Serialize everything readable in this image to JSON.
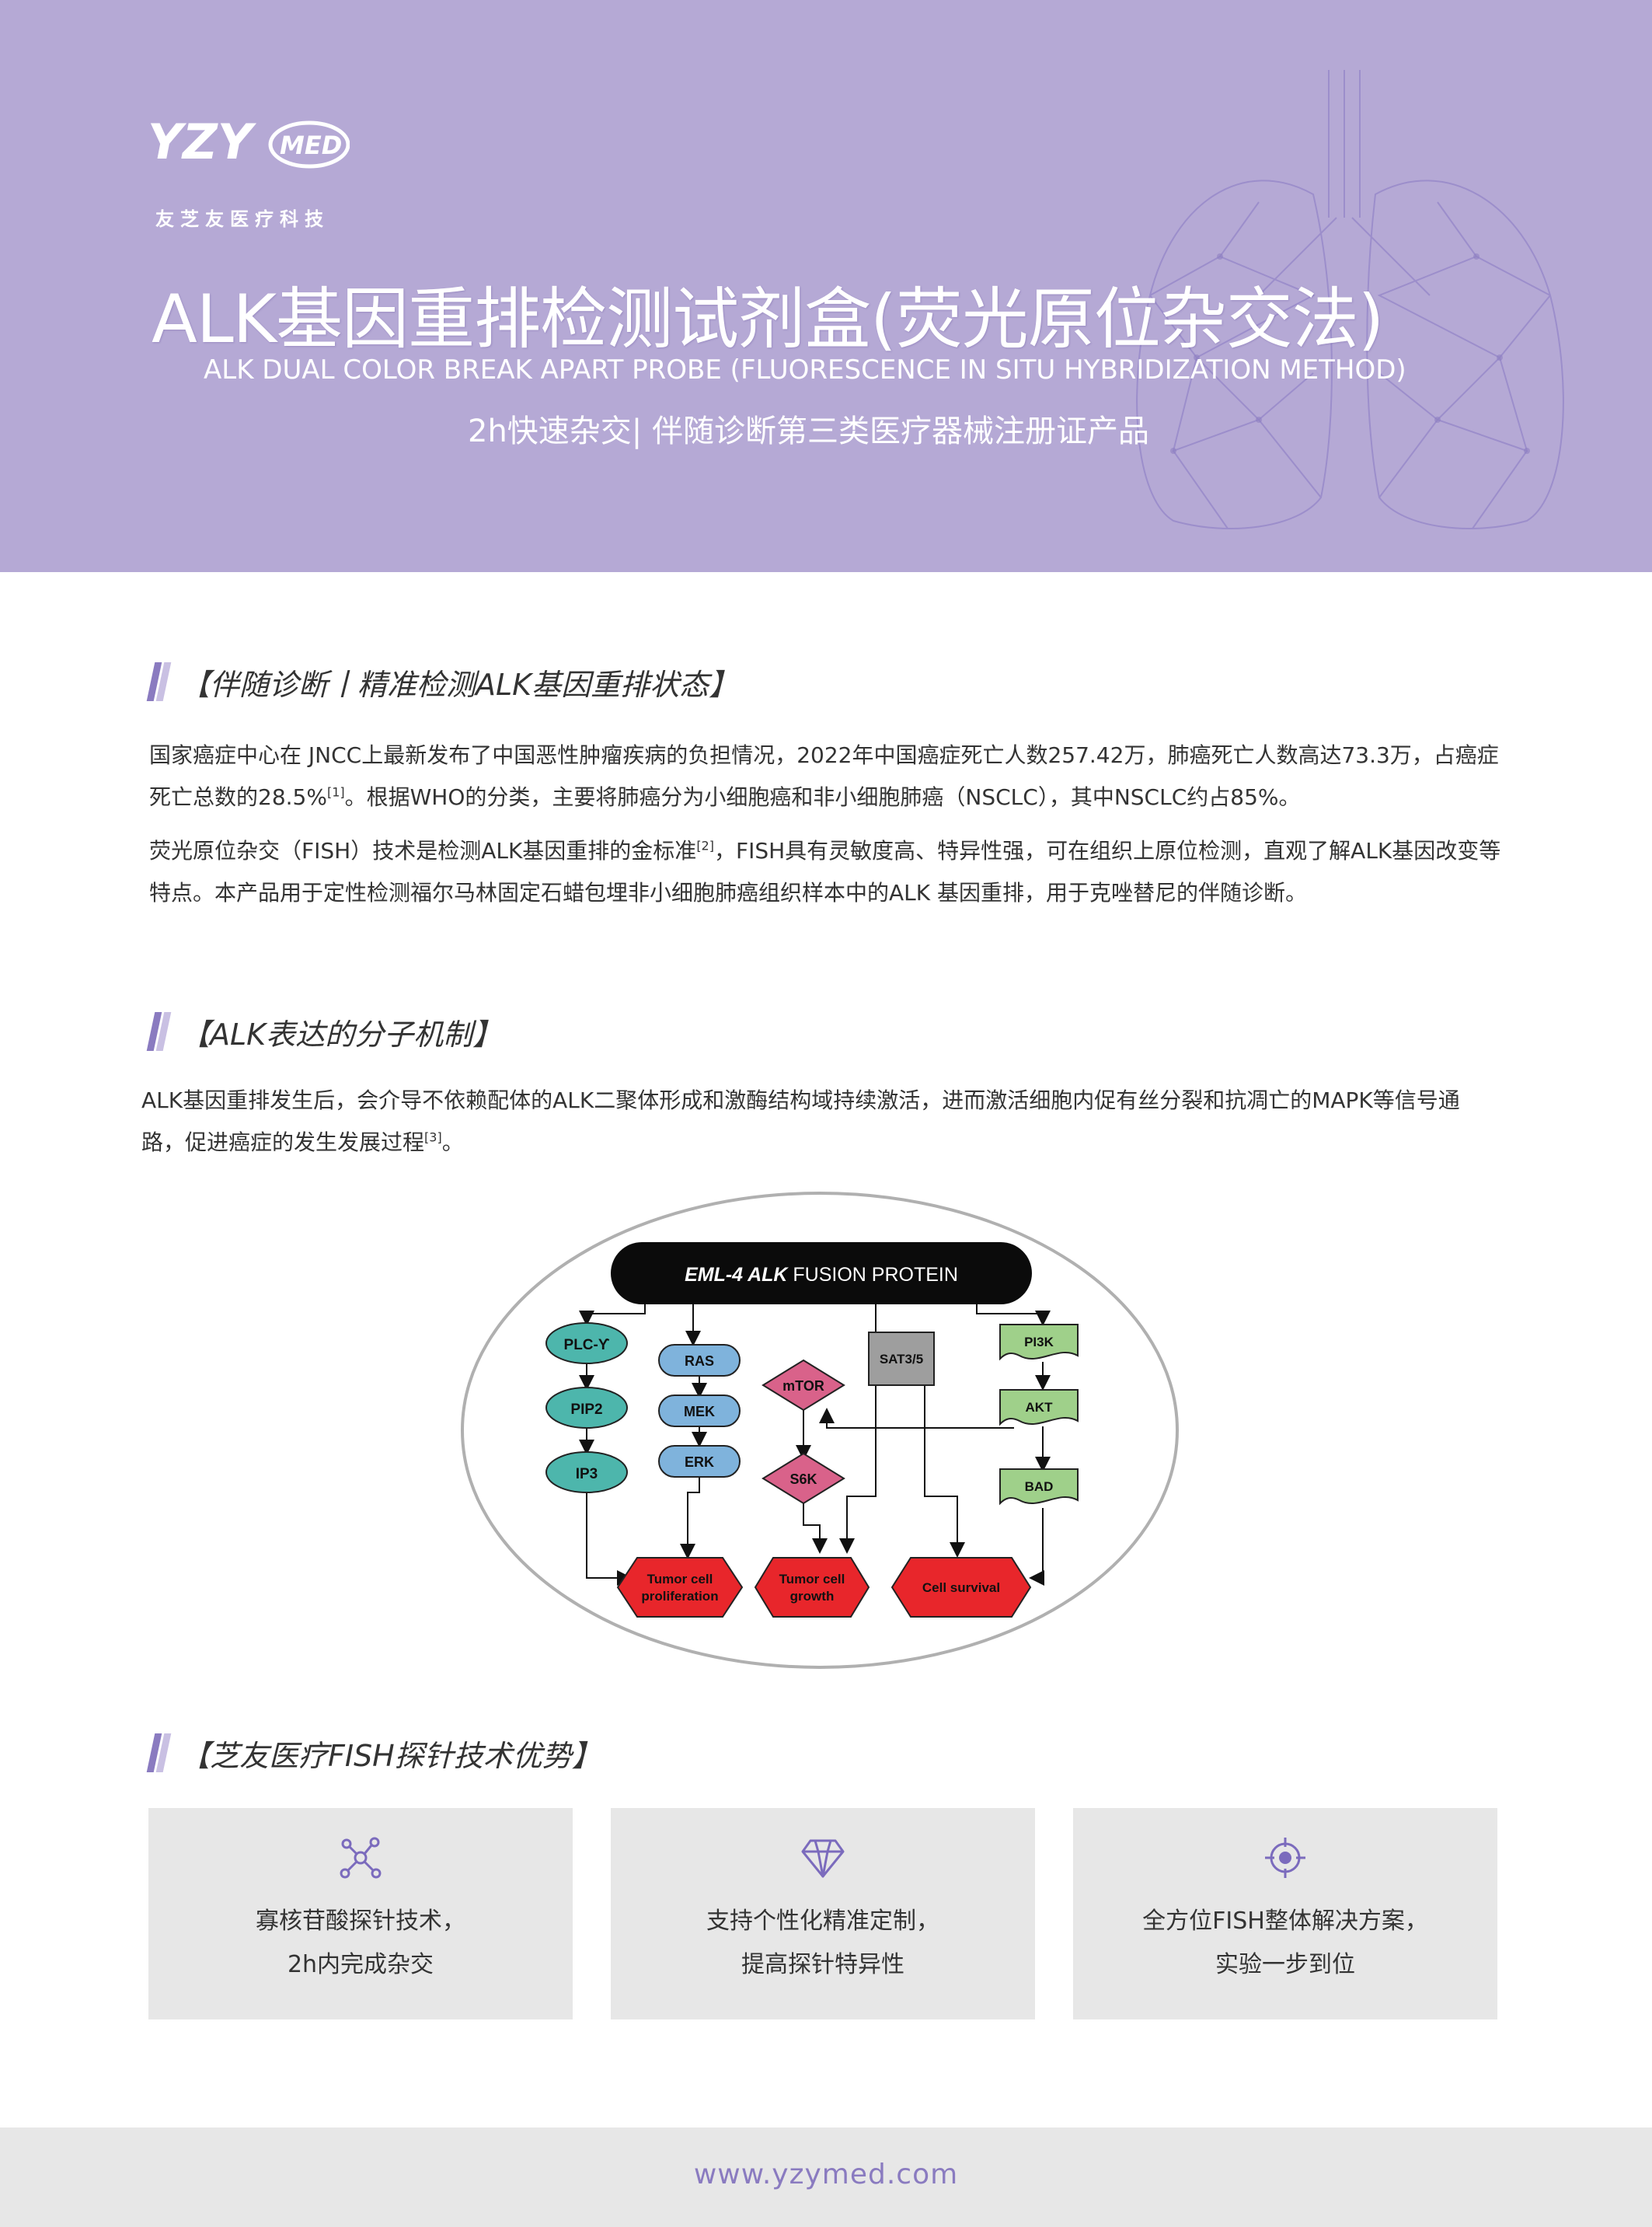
{
  "header": {
    "logo_text": "YZY MED",
    "logo_subtitle": "友芝友医疗科技",
    "title": "ALK基因重排检测试剂盒(荧光原位杂交法)",
    "subtitle_en": "ALK DUAL COLOR BREAK APART PROBE  (FLUORESCENCE IN SITU HYBRIDIZATION METHOD)",
    "subtitle_cn": "2h快速杂交| 伴随诊断第三类医疗器械注册证产品",
    "lung_image": "lung-illustration-icon"
  },
  "section1": {
    "title": "【伴随诊断丨精准检测ALK基因重排状态】",
    "p1_a": "国家癌症中心在 JNCC上最新发布了中国恶性肿瘤疾病的负担情况，2022年中国癌症死亡人数257.42万，肺癌死亡人数高达73.3万，占癌症死亡总数的28.5%",
    "p1_ref": "[1]",
    "p1_b": "。根据WHO的分类，主要将肺癌分为小细胞癌和非小细胞肺癌（NSCLC），其中NSCLC约占85%。",
    "p2_a": "荧光原位杂交（FISH）技术是检测ALK基因重排的金标准",
    "p2_ref": "[2]",
    "p2_b": "，FISH具有灵敏度高、特异性强，可在组织上原位检测，直观了解ALK基因改变等特点。本产品用于定性检测福尔马林固定石蜡包埋非小细胞肺癌组织样本中的ALK 基因重排，用于克唑替尼的伴随诊断。"
  },
  "section2": {
    "title": "【ALK表达的分子机制】",
    "p1_a": "ALK基因重排发生后，会介导不依赖配体的ALK二聚体形成和激酶结构域持续激活，进而激活细胞内促有丝分裂和抗凋亡的MAPK等信号通路，促进癌症的发生发展过程",
    "p1_ref": "[3]",
    "p1_b": "。"
  },
  "diagram": {
    "fusion_italic": "EML-4 ALK",
    "fusion_rest": " FUSION PROTEIN",
    "plc": "PLC-ϒ",
    "pip2": "PIP2",
    "ip3": "IP3",
    "ras": "RAS",
    "mek": "MEK",
    "erk": "ERK",
    "mtor": "mTOR",
    "s6k": "S6K",
    "sat": "SAT3/5",
    "pi3k": "PI3K",
    "akt": "AKT",
    "bad": "BAD",
    "out1_l1": "Tumor cell",
    "out1_l2": "proliferation",
    "out2_l1": "Tumor cell",
    "out2_l2": "growth",
    "out3": "Cell survival",
    "colors": {
      "teal": "#4db6ac",
      "blue": "#7fb3dc",
      "pink": "#d9628a",
      "gray": "#9e9e9e",
      "green": "#9fd08a",
      "red": "#e8262b"
    }
  },
  "section3": {
    "title": "【芝友医疗FISH探针技术优势】",
    "cards": [
      {
        "icon": "molecule-icon",
        "line1": "寡核苷酸探针技术，",
        "line2": "2h内完成杂交"
      },
      {
        "icon": "diamond-icon",
        "line1": "支持个性化精准定制，",
        "line2": "提高探针特异性"
      },
      {
        "icon": "target-icon",
        "line1": "全方位FISH整体解决方案，",
        "line2": "实验一步到位"
      }
    ]
  },
  "footer": {
    "url": "www.yzymed.com"
  },
  "theme": {
    "header_bg": "#b5a9d5",
    "accent": "#8a7bc0",
    "card_bg": "#e7e7e7"
  }
}
